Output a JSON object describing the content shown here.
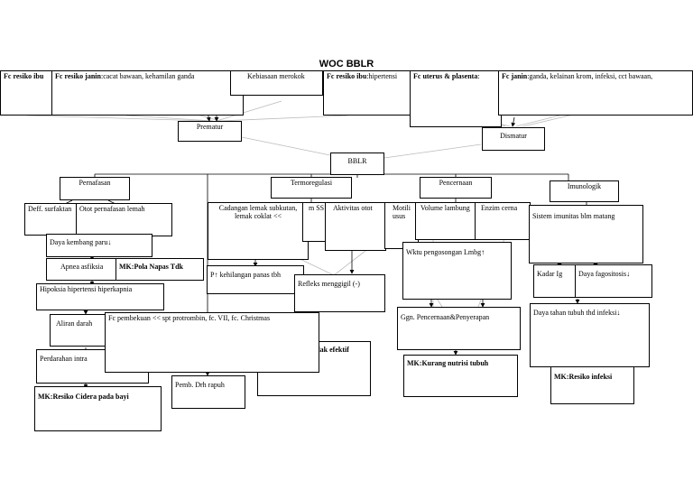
{
  "title": "WOC BBLR",
  "factors": {
    "mother1_bold": "Fc resiko ibu",
    "fetus_bold": "Fc resiko janin",
    "fetus_rest": ":cacat bawaan, kehamilan ganda",
    "smoking": "Kebiasaan merokok",
    "mother2_bold": "Fc resiko ibu",
    "mother2_rest": ":hipertensi",
    "uterus_bold": "Fc uterus & plasenta",
    "uterus_rest": ":",
    "fetus2_bold": "Fc janin",
    "fetus2_rest": ":ganda, kelainan krom, infeksi, cct bawaan,"
  },
  "nodes": {
    "prematur": "Prematur",
    "dismatur": "Dismatur",
    "bblr": "BBLR",
    "pernafasan": "Pernafasan",
    "termoregulasi": "Termoregulasi",
    "pencernaan": "Pencernaan",
    "imunologik": "Imunologik",
    "def_surfaktan": "Deff. surfaktan",
    "otot_pernafasan": "Otot pernafasan lemah",
    "daya_kembang": "Daya kembang paru↓",
    "apnea": "Apnea asfiksia",
    "mk_pola_napas": "MK:Pola Napas Tdk",
    "hipoksia": "Hipoksia hipertensi hiperkapnia",
    "aliran_darah": "Aliran darah",
    "perdarahan": "Perdarahan intra",
    "mk_cidera": "MK:Resiko Cidera pada bayi",
    "cadangan_lemak": "Cadangan lemak subkutan, lemak coklat <<",
    "pusat_ssp": "m SS",
    "aktivitas_otot": "Aktivitas otot",
    "kehilangan_panas": "P↑ kehilangan panas tbh",
    "refleks_menggigil": "Refleks menggigil (-)",
    "fc_pembekuan": "Fc pembekuan << spt protrombin, fc. VII, fc. Christmas",
    "tidak_efektif": "idak efektif",
    "pemb_drh": "Pemb. Drh rapuh",
    "motilitas": "Motili usus",
    "volume_lambung": "Volume lambung",
    "enzim": "Enzim cerna",
    "waktu_pengosongan": "Wktu pengosongan Lmbg↑",
    "ggn_pencernaan": "Ggn. Pencernaan&Penyerapan",
    "mk_nutrisi": "MK:Kurang nutrisi tubuh",
    "sistem_imunitas": "Sistem imunitas blm matang",
    "kadar_ig": "Kadar Ig",
    "daya_fagositosis": "Daya fagositosis↓",
    "daya_tahan": "Daya tahan tubuh thd infeksi↓",
    "mk_infeksi": "MK:Resiko infeksi"
  }
}
